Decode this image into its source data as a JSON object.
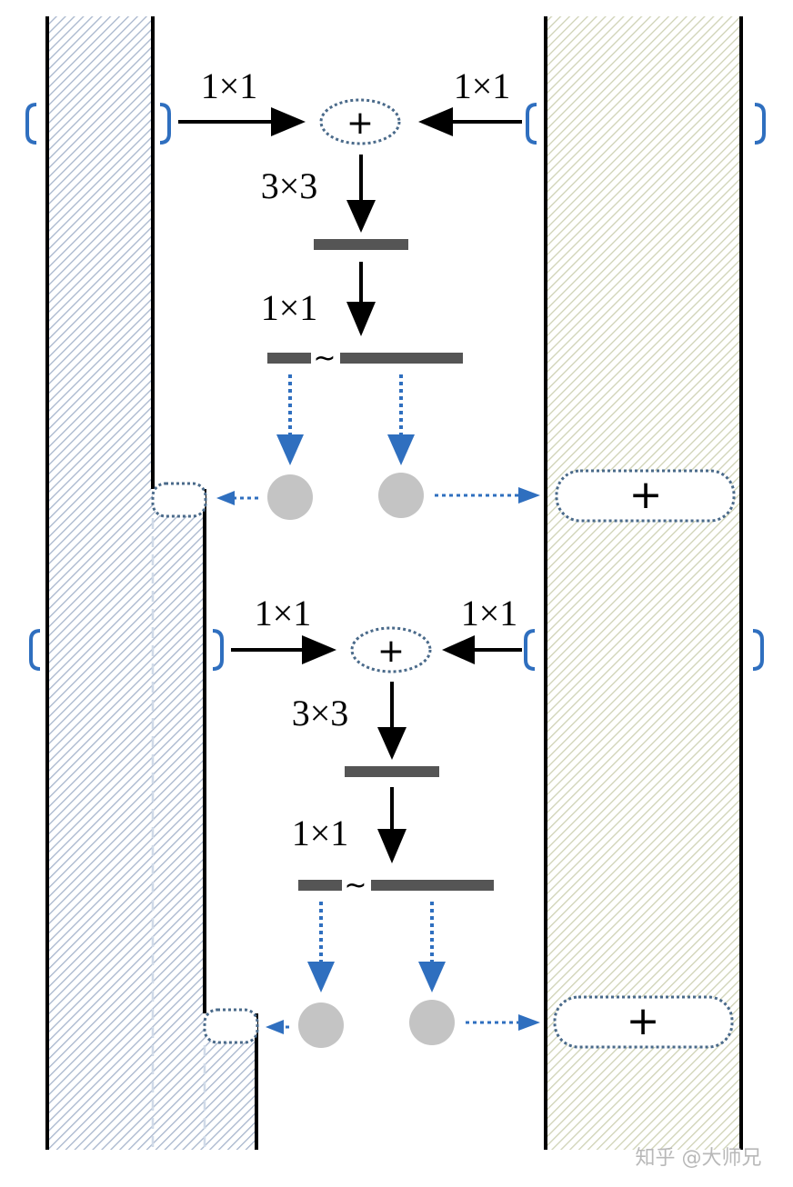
{
  "labels": {
    "top_left_1x1": "1×1",
    "top_right_1x1": "1×1",
    "top_3x3": "3×3",
    "top_mid_1x1": "1×1",
    "bot_left_1x1": "1×1",
    "bot_right_1x1": "1×1",
    "bot_3x3": "3×3",
    "bot_mid_1x1": "1×1"
  },
  "symbols": {
    "plus": "+",
    "tilde": "~"
  },
  "watermark": "知乎 @大师兄",
  "colors": {
    "line": "#000000",
    "bar": "#555555",
    "blue": "#2f6fbf",
    "dotted_outline": "#4a6a8a",
    "circle": "#c4c4c4",
    "left_hatch": "#a7b5cc",
    "right_hatch": "#cfd2b5"
  }
}
